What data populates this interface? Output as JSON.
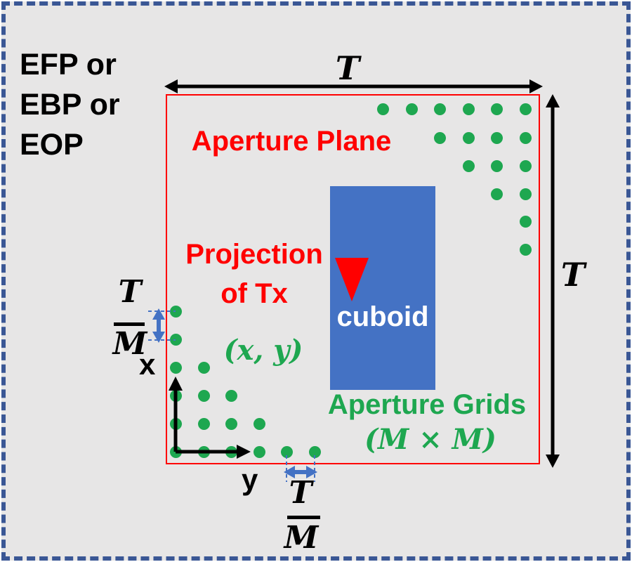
{
  "colors": {
    "background": "#E7E6E6",
    "border_blue": "#3A5795",
    "red": "#FF0000",
    "green": "#1EA750",
    "cuboid_blue": "#4472C4",
    "arrow_blue": "#4472C4",
    "black": "#000000",
    "white": "#FFFFFF"
  },
  "corner_label": {
    "lines": [
      "EFP or",
      "EBP or",
      "EOP"
    ]
  },
  "dimensions": {
    "top": "T",
    "right": "T"
  },
  "aperture_plane": {
    "label": "Aperture Plane"
  },
  "projection": {
    "lines": [
      "Projection",
      "of Tx"
    ]
  },
  "cuboid": {
    "label": "cuboid"
  },
  "aperture_grids": {
    "label": "Aperture Grids",
    "size": "(M × M)"
  },
  "grid_point": {
    "coords": "(x, y)"
  },
  "axes": {
    "x": "x",
    "y": "y"
  },
  "spacing": {
    "left": {
      "numerator": "T",
      "denominator": "M"
    },
    "bottom": {
      "numerator": "T",
      "denominator": "M"
    }
  },
  "dots": {
    "diameter": 17,
    "top_right": {
      "cols": [
        545,
        586,
        626,
        667,
        707,
        748
      ],
      "rows": [
        155,
        196,
        236,
        276,
        315,
        355
      ],
      "pattern": [
        [
          0,
          1,
          2,
          3,
          4,
          5
        ],
        [
          2,
          3,
          4,
          5
        ],
        [
          3,
          4,
          5
        ],
        [
          4,
          5
        ],
        [
          5
        ],
        [
          5
        ]
      ]
    },
    "bottom_left": {
      "cols": [
        250,
        290,
        329,
        369,
        408,
        448
      ],
      "rows": [
        443,
        483,
        523,
        563,
        603,
        643
      ],
      "pattern": [
        [
          0
        ],
        [
          0
        ],
        [
          0,
          1
        ],
        [
          0,
          1,
          2
        ],
        [
          0,
          1,
          2,
          3
        ],
        [
          0,
          1,
          2,
          3,
          4,
          5
        ]
      ]
    }
  }
}
